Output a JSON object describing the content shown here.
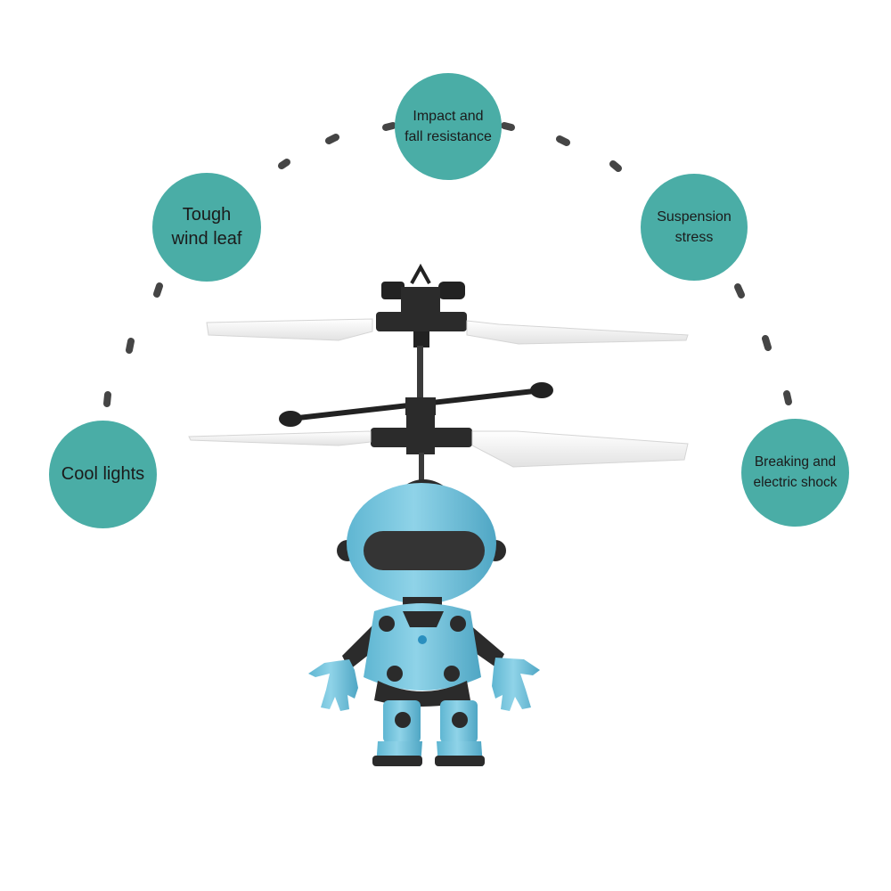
{
  "colors": {
    "feature_circle": "#4aada6",
    "dash": "#454545",
    "robot_body": "#78c7dc",
    "robot_dark": "#2b2b2b",
    "blade": "#f7f7f7"
  },
  "features": [
    {
      "label": "Impact and\nfall resistance"
    },
    {
      "label": "Tough\nwind leaf"
    },
    {
      "label": "Suspension\nstress"
    },
    {
      "label": "Cool lights"
    },
    {
      "label": "Breaking and\nelectric shock"
    }
  ],
  "product": {
    "icon": "flying-robot-helicopter-icon"
  }
}
